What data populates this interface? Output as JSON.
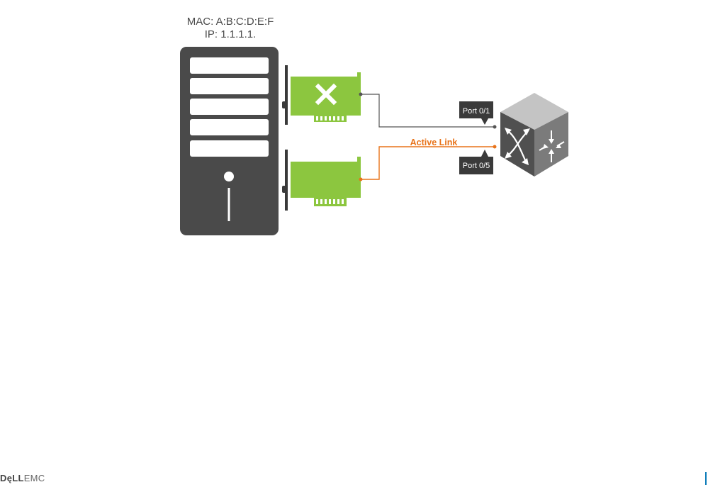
{
  "server": {
    "mac_line": "MAC:  A:B:C:D:E:F",
    "ip_line": "IP: 1.1.1.1."
  },
  "links": {
    "active_label": "Active Link",
    "port_top": "Port 0/1",
    "port_bottom": "Port 0/5"
  },
  "footer": {
    "logo_dell": "DęLL",
    "logo_emc": "EMC"
  },
  "colors": {
    "server": "#4a4a4a",
    "nic": "#8cc63f",
    "active_link": "#e8731a",
    "passive_link": "#555555",
    "switch_top": "#c4c4c4",
    "switch_left": "#505050",
    "switch_right": "#7b7b7b",
    "accent": "#0a7ab8"
  },
  "icons": {
    "nic_failed": "x-icon",
    "switch": "network-switch-icon"
  }
}
